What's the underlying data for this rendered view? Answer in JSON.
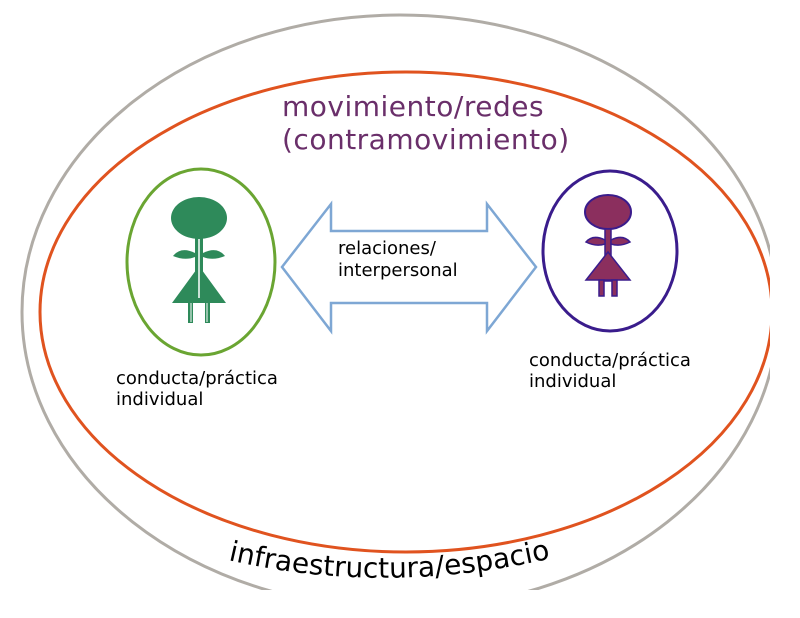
{
  "colors": {
    "outer_ellipse": "#b0aca6",
    "movement_ellipse": "#e0531f",
    "left_person": "#2e8a5a",
    "left_ring": "#6aa532",
    "right_person": "#8b2f5e",
    "right_ring": "#3a1c8c",
    "arrow_stroke": "#7ea7d4",
    "title": "#6a2f6a"
  },
  "movement": {
    "line1": "movimiento/redes",
    "line2": "(contramovimiento)"
  },
  "relations": {
    "line1": "relaciones/",
    "line2": "interpersonal"
  },
  "left_individual": {
    "icon": "woman-figure-icon",
    "caption_line1": "conducta/práctica",
    "caption_line2": "individual"
  },
  "right_individual": {
    "icon": "woman-figure-icon",
    "caption_line1": "conducta/práctica",
    "caption_line2": "individual"
  },
  "infrastructure": {
    "label": "infraestructura/espacio"
  }
}
